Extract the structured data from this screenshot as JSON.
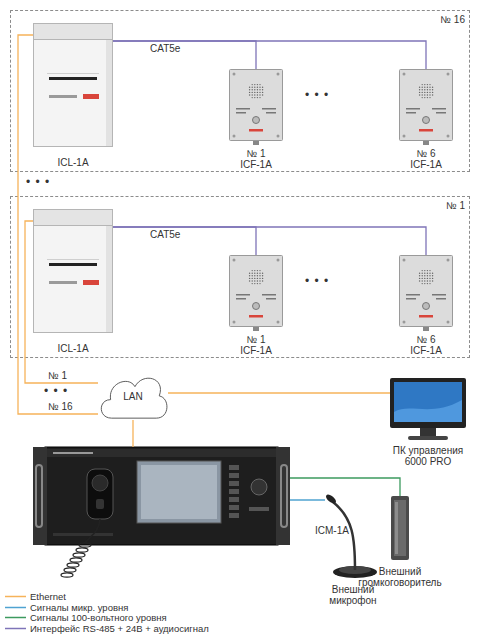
{
  "diagram": {
    "nodes": [
      {
        "text": [
          "№ 16"
        ]
      },
      {
        "text": [
          "ICL-1A"
        ],
        "in": 0
      },
      {
        "text": [
          "№ 1",
          "ICF-1A"
        ],
        "in": 0
      },
      {
        "text": [
          "№ 6",
          "ICF-1A"
        ],
        "in": 0
      },
      {
        "text": [
          "№ 1"
        ]
      },
      {
        "text": [
          "ICL-1A"
        ],
        "in": 4
      },
      {
        "text": [
          "№ 1",
          "ICF-1A"
        ],
        "in": 4
      },
      {
        "text": [
          "№ 6",
          "ICF-1A"
        ],
        "in": 4
      },
      {
        "text": [
          "LAN"
        ]
      },
      {
        "text": [
          "ПК управления 6000 PRO"
        ]
      },
      {
        "text": [
          "ICM-1A"
        ]
      },
      {
        "text": [
          "Внешний громкоговоритель"
        ]
      },
      {
        "text": [
          "Внешний микрофон"
        ]
      }
    ],
    "edges": [
      {
        "from": 1,
        "to": 2,
        "arrow": "none",
        "label": "CAT5e"
      },
      {
        "from": 1,
        "to": 3,
        "arrow": "none"
      },
      {
        "from": 5,
        "to": 6,
        "arrow": "none",
        "label": "CAT5e"
      },
      {
        "from": 5,
        "to": 7,
        "arrow": "none"
      },
      {
        "from": 5,
        "to": 8,
        "arrow": "none",
        "label": "№ 1"
      },
      {
        "from": 1,
        "to": 8,
        "arrow": "none",
        "label": "№ 16"
      },
      {
        "from": 8,
        "to": 9,
        "arrow": "none"
      },
      {
        "from": 8,
        "to": 10,
        "arrow": "none"
      },
      {
        "from": 10,
        "to": 11,
        "arrow": "none"
      },
      {
        "from": 10,
        "to": 12,
        "arrow": "none"
      }
    ],
    "labels": [
      "• • •",
      "• • •",
      "• • •",
      "• • •"
    ],
    "legend": [
      {
        "text": "Ethernet"
      },
      {
        "text": "Сигналы микр. уровня"
      },
      {
        "text": "Сигналы 100-вольтного уровня"
      },
      {
        "text": "Интерфейс RS-485 + 24В + аудиосигнал"
      }
    ]
  }
}
